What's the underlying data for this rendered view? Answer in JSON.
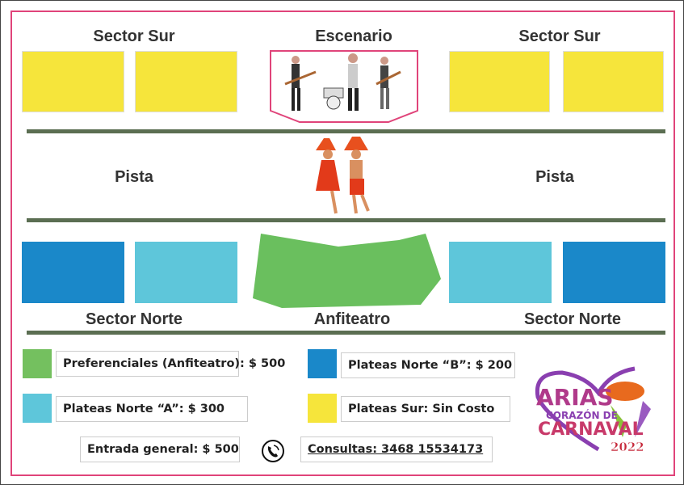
{
  "labels": {
    "sector_sur_left": "Sector Sur",
    "escenario": "Escenario",
    "sector_sur_right": "Sector Sur",
    "pista_left": "Pista",
    "pista_right": "Pista",
    "sector_norte_left": "Sector Norte",
    "anfiteatro": "Anfiteatro",
    "sector_norte_right": "Sector Norte"
  },
  "legend": [
    {
      "label": "Preferenciales (Anfiteatro): $ 500",
      "color": "#74c05f"
    },
    {
      "label": "Plateas Norte “B”: $ 200",
      "color": "#1a88c9"
    },
    {
      "label": "Plateas Norte “A”: $ 300",
      "color": "#5ec6da"
    },
    {
      "label": "Plateas Sur: Sin Costo",
      "color": "#f6e53b"
    }
  ],
  "entrada": "Entrada general: $ 500",
  "consultas": "Consultas: 3468 15534173",
  "phone_icon": "phone-icon",
  "logo": {
    "line1": "ARIAS",
    "line2": "CORAZÓN DE",
    "line3": "CARNAVAL",
    "year": "2022"
  },
  "colors": {
    "frame": "#e0447a",
    "divider": "#5b6e52",
    "anfiteatro": "#6abf5e"
  }
}
